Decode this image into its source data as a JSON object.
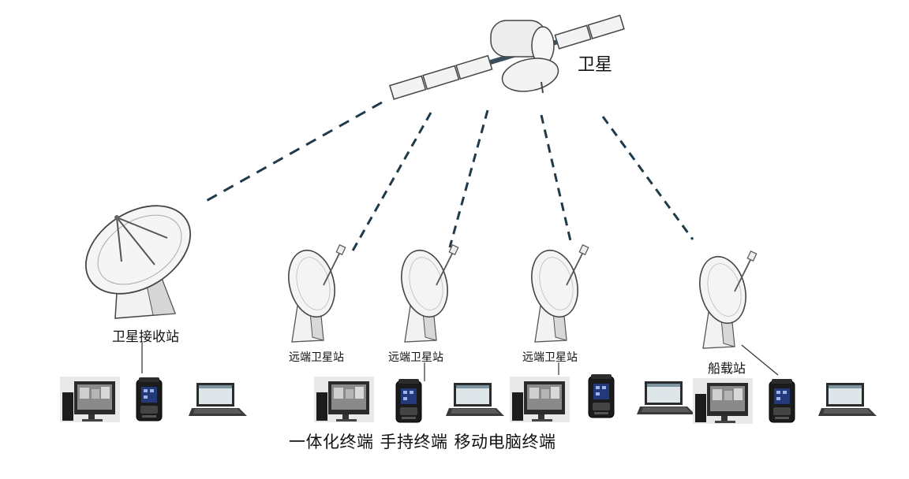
{
  "satellite": {
    "label": "卫星",
    "icon": "satellite-icon"
  },
  "ground_station": {
    "label": "卫星接收站",
    "icon": "large-dish-antenna-icon"
  },
  "remote_stations": [
    {
      "label": "远端卫星站",
      "icon": "dish-antenna-icon"
    },
    {
      "label": "远端卫星站",
      "icon": "dish-antenna-icon"
    },
    {
      "label": "远端卫星站",
      "icon": "dish-antenna-icon"
    }
  ],
  "ship_station": {
    "label": "船载站",
    "icon": "dish-antenna-icon"
  },
  "terminal_types": [
    "一体化终端",
    "手持终端",
    "移动电脑终端"
  ],
  "terminal_groups": [
    {
      "items": [
        "integrated-terminal-icon",
        "handheld-terminal-icon",
        "laptop-terminal-icon"
      ]
    },
    {
      "items": [
        "integrated-terminal-icon",
        "handheld-terminal-icon",
        "laptop-terminal-icon"
      ]
    },
    {
      "items": [
        "integrated-terminal-icon",
        "handheld-terminal-icon",
        "laptop-terminal-icon"
      ]
    },
    {
      "items": [
        "integrated-terminal-icon",
        "handheld-terminal-icon",
        "laptop-terminal-icon"
      ]
    }
  ],
  "colors": {
    "link": "#1f3a4a",
    "dish": "#f2f2f2",
    "outline": "#444444"
  }
}
